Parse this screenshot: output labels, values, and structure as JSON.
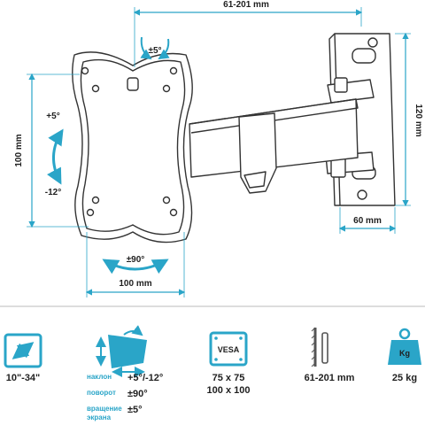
{
  "dimensions": {
    "top_width": "61-201 mm",
    "right_height": "120 mm",
    "left_height": "100 mm",
    "bottom_width": "100 mm",
    "plate_width": "60 mm",
    "rotate_top": "±5°",
    "tilt_up": "+5°",
    "tilt_down": "-12°",
    "swivel": "±90°"
  },
  "specs": {
    "screen_size": "10\"-34\"",
    "tilt_label": "наклон",
    "tilt_value": "+5°/-12°",
    "swivel_label": "поворот",
    "swivel_value": "±90°",
    "rotation_label_1": "вращение",
    "rotation_label_2": "экрана",
    "rotation_value": "±5°",
    "vesa_badge": "VESA",
    "vesa_1": "75 x 75",
    "vesa_2": "100 x 100",
    "distance": "61-201 mm",
    "weight_badge": "Kg",
    "weight": "25 kg"
  },
  "colors": {
    "accent": "#2aa5c8",
    "text": "#1f1f1f",
    "line": "#333333",
    "separator": "#bbbbbb"
  }
}
